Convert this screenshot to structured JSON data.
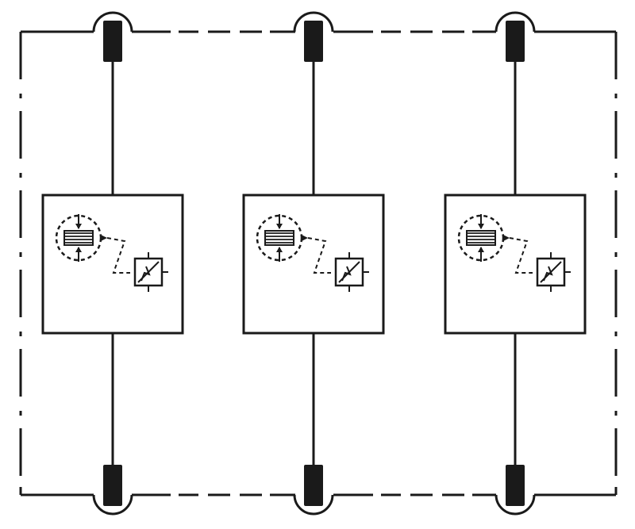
{
  "diagram": {
    "type": "surge-protection-schematic",
    "poles": 3,
    "modules": [
      {
        "name": "module-1",
        "symbols": [
          "varistor-icon",
          "thermal-disconnector-icon"
        ]
      },
      {
        "name": "module-2",
        "symbols": [
          "varistor-icon",
          "thermal-disconnector-icon"
        ]
      },
      {
        "name": "module-3",
        "symbols": [
          "varistor-icon",
          "thermal-disconnector-icon"
        ]
      }
    ],
    "colors": {
      "line": "#1a1a1a",
      "background": "#ffffff",
      "module_fill": "#ffffff"
    }
  }
}
